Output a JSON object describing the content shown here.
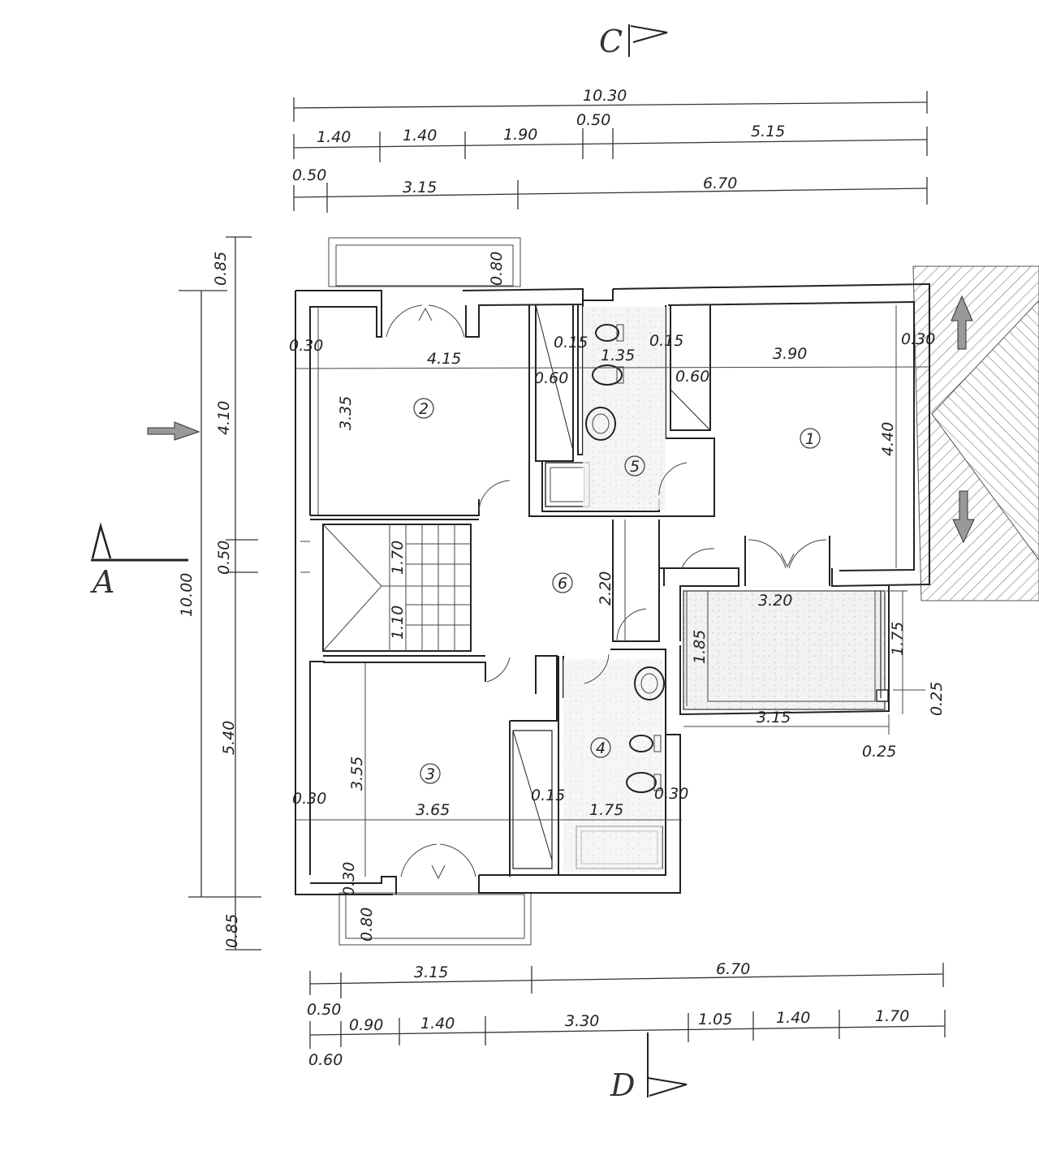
{
  "sections": {
    "top": "C",
    "bottom": "D",
    "left": "A"
  },
  "dims": {
    "top_total": "10.30",
    "top_r1": [
      "1.40",
      "1.40",
      "1.90",
      "0.50",
      "5.15"
    ],
    "top_r2": [
      "0.50",
      "3.15",
      "6.70"
    ],
    "bottom_r1": [
      "3.15",
      "6.70"
    ],
    "bottom_r2": [
      "0.50",
      "0.90",
      "1.40",
      "3.30",
      "1.05",
      "1.40",
      "1.70"
    ],
    "bottom_extra": "0.60",
    "left_total": "10.00",
    "left_parts": [
      "0.85",
      "4.10",
      "0.50",
      "5.40",
      "0.85"
    ],
    "balcony_top": "0.80",
    "balcony_bottom": [
      "0.80",
      "0.30"
    ],
    "room2": [
      "0.30",
      "4.15",
      "3.35"
    ],
    "room1": [
      "3.90",
      "4.40",
      "0.30"
    ],
    "bath5": [
      "0.15",
      "1.35",
      "0.15",
      "0.60",
      "0.60"
    ],
    "hall6": "2.20",
    "stairs": [
      "1.70",
      "1.10"
    ],
    "terrace": [
      "3.20",
      "1.85",
      "1.75",
      "3.15",
      "0.25",
      "0.25"
    ],
    "room3": [
      "0.30",
      "3.65",
      "3.55"
    ],
    "bath4": [
      "0.15",
      "1.75",
      "0.30"
    ]
  },
  "rooms": [
    "1",
    "2",
    "3",
    "4",
    "5",
    "6"
  ]
}
